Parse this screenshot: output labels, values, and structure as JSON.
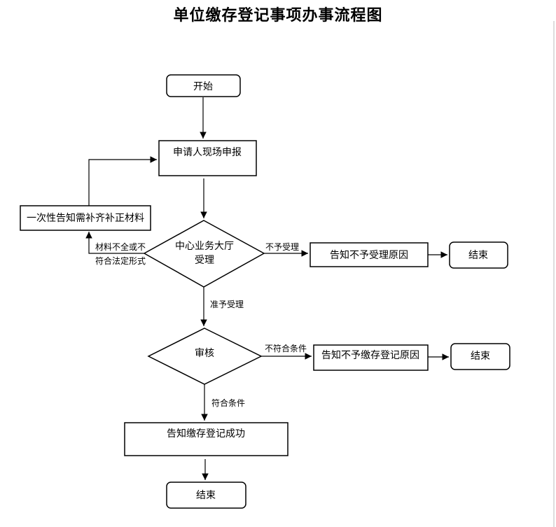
{
  "title": "单位缴存登记事项办事流程图",
  "nodes": {
    "start": "开始",
    "apply": "申请人现场申报",
    "notify_supplement": "一次性告知需补齐补正材料",
    "center_line1": "中心业务大厅",
    "center_line2": "受理",
    "notify_reject_reason": "告知不予受理原因",
    "end1": "结束",
    "review": "审核",
    "notify_not_register_reason": "告知不予缴存登记原因",
    "end2": "结束",
    "success": "告知缴存登记成功",
    "end3": "结束"
  },
  "edges": {
    "incomplete_line1": "材料不全或不",
    "incomplete_line2": "符合法定形式",
    "not_accept": "不予受理",
    "accept": "准予受理",
    "not_meet": "不符合条件",
    "meet": "符合条件"
  },
  "colors": {
    "stroke": "#000000",
    "background": "#ffffff"
  }
}
